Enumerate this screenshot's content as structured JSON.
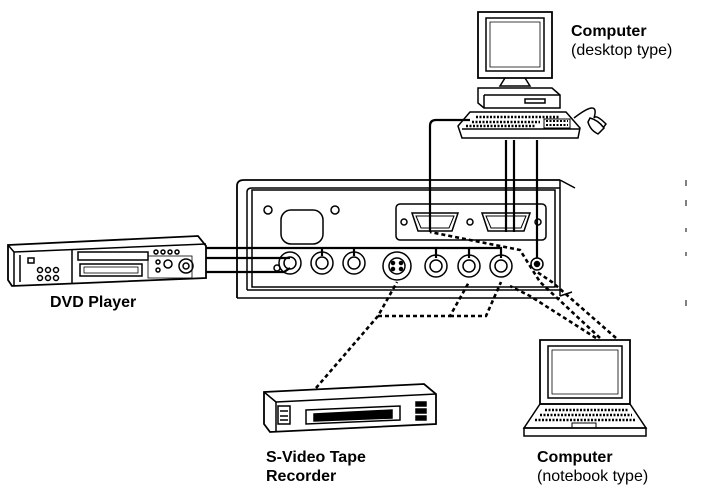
{
  "labels": {
    "desktop": {
      "name": "Computer",
      "type": "(desktop type)"
    },
    "dvd": {
      "name": "DVD Player"
    },
    "svideo": {
      "line1": "S-Video Tape",
      "line2": "Recorder"
    },
    "notebook": {
      "name": "Computer",
      "type": "(notebook type)"
    }
  },
  "colors": {
    "ink": "#000000",
    "fill": "#ffffff",
    "shade": "#d8d8d8"
  },
  "connections": [
    {
      "from": "desktop-computer",
      "to": "projector-rgb-in",
      "style": "solid"
    },
    {
      "from": "desktop-computer",
      "to": "projector-rgb-out",
      "style": "solid"
    },
    {
      "from": "desktop-computer",
      "to": "projector-audio-in",
      "style": "solid"
    },
    {
      "from": "dvd-player",
      "to": "projector-component-jacks",
      "style": "solid"
    },
    {
      "from": "svideo-recorder",
      "to": "projector-svideo-jack",
      "style": "dashed"
    },
    {
      "from": "notebook-computer",
      "to": "projector-rgb-in",
      "style": "dashed"
    },
    {
      "from": "notebook-computer",
      "to": "projector-audio-in",
      "style": "dashed"
    }
  ]
}
